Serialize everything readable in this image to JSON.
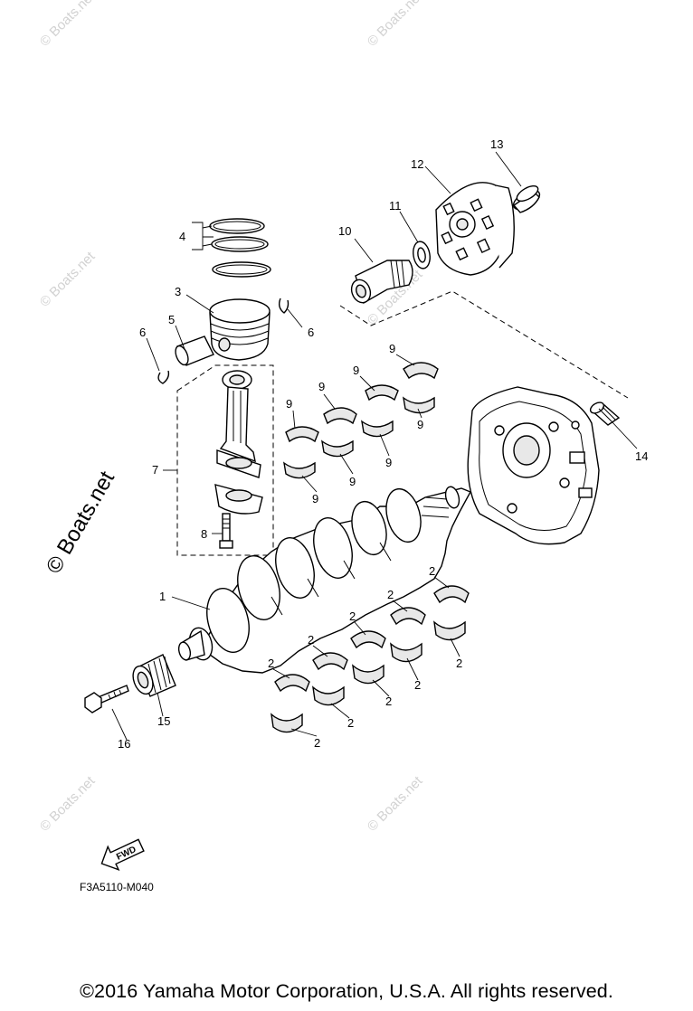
{
  "watermarks": {
    "small": "© Boats.net",
    "large": "© Boats.net"
  },
  "callouts": {
    "c1": "1",
    "c2": "2",
    "c3": "3",
    "c4": "4",
    "c5": "5",
    "c6": "6",
    "c7": "7",
    "c8": "8",
    "c9": "9",
    "c10": "10",
    "c11": "11",
    "c12": "12",
    "c13": "13",
    "c14": "14",
    "c15": "15",
    "c16": "16"
  },
  "fwd_label": "FWD",
  "diagram_code": "F3A5110-M040",
  "copyright": "©2016 Yamaha Motor Corporation, U.S.A. All rights reserved."
}
